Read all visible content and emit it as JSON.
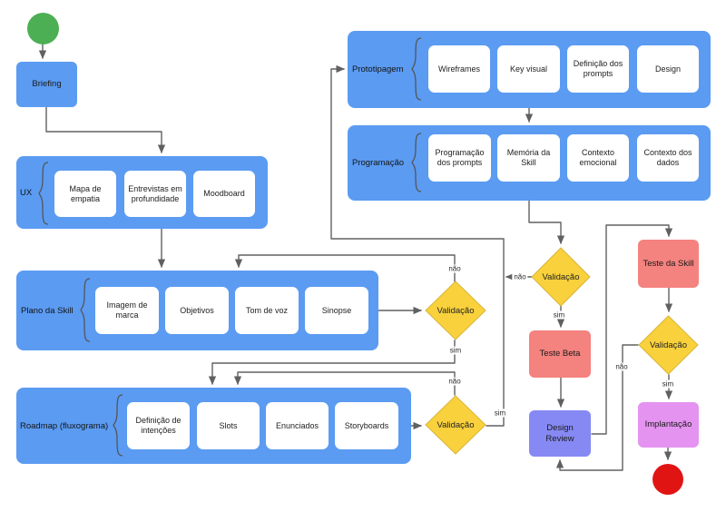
{
  "diagram": {
    "terminals": {
      "start": {
        "kind": "start",
        "color": "#4caf54"
      },
      "end": {
        "kind": "end",
        "color": "#e11414"
      }
    },
    "bars": [
      {
        "label": "UX",
        "boxes": [
          "Mapa de empatia",
          "Entrevistas em profundidade",
          "Moodboard"
        ]
      },
      {
        "label": "Plano da Skill",
        "boxes": [
          "Imagem de marca",
          "Objetivos",
          "Tom de voz",
          "Sinopse"
        ]
      },
      {
        "label": "Roadmap (fluxograma)",
        "boxes": [
          "Definição de intenções",
          "Slots",
          "Enunciados",
          "Storyboards"
        ]
      },
      {
        "label": "Prototipagem",
        "boxes": [
          "Wireframes",
          "Key visual",
          "Definição dos prompts",
          "Design"
        ]
      },
      {
        "label": "Programação",
        "boxes": [
          "Programação dos prompts",
          "Memória da Skill",
          "Contexto emocional",
          "Contexto dos dados"
        ]
      }
    ],
    "nodes": [
      {
        "label": "Briefing",
        "color": "#5b9bf2"
      },
      {
        "label": "Teste Beta",
        "color": "#f4827e"
      },
      {
        "label": "Design Review",
        "color": "#8689f3"
      },
      {
        "label": "Teste da Skill",
        "color": "#f4827e"
      },
      {
        "label": "Implantação",
        "color": "#e493f0"
      }
    ],
    "decisions": [
      {
        "label": "Validação"
      },
      {
        "label": "Validação"
      },
      {
        "label": "Validação"
      },
      {
        "label": "Validação"
      }
    ],
    "edge_labels": [
      {
        "text": "não"
      },
      {
        "text": "sim"
      },
      {
        "text": "não"
      },
      {
        "text": "sim"
      },
      {
        "text": "não"
      },
      {
        "text": "sim"
      },
      {
        "text": "não"
      },
      {
        "text": "sim"
      }
    ],
    "colors": {
      "bar": "#5b9bf2",
      "box": "#ffffff",
      "decision_fill": "#f8d13c",
      "decision_border": "#d9b53a",
      "line": "#606060"
    }
  }
}
